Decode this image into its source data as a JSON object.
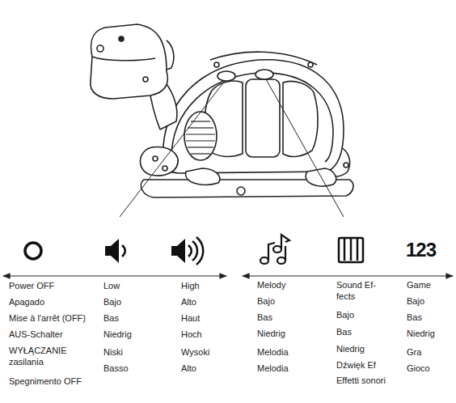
{
  "diagram": {
    "labels": [
      "Power OFF",
      "Apagado",
      "Mise à l'arrêt (OFF)",
      "AUS-Schalter",
      "WYŁĄCZANIE zasilania",
      "Spegnimento OFF",
      "Low",
      "Bajo",
      "Bas",
      "Niedrig",
      "Niski",
      "Basso",
      "High",
      "Alto",
      "Haut",
      "Hoch",
      "Wysoki",
      "Alto",
      "Melody",
      "Bajo",
      "Bas",
      "Niedrig",
      "Melodia",
      "Melodia",
      "Sound Ef- fects",
      "Bajo",
      "Bas",
      "Niedrig",
      "Dźwięk Ef",
      "Effetti sonori",
      "Game",
      "Bajo",
      "Bas",
      "Niedrig",
      "Gra",
      "Gioco",
      "123"
    ]
  }
}
